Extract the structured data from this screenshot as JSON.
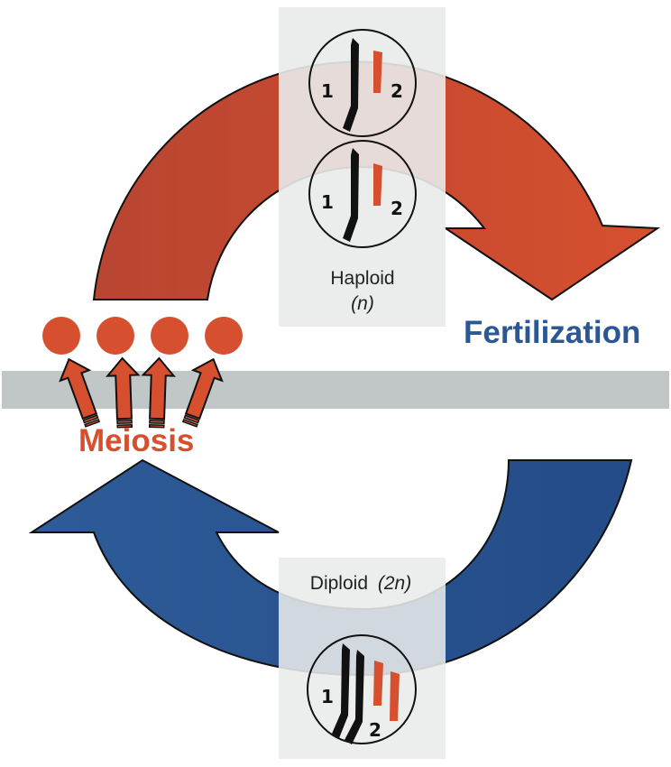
{
  "diagram": {
    "title": "Life cycle: haploid and diploid stages",
    "colors": {
      "meiosis": "#d6502f",
      "meiosis_dark": "#b84632",
      "fertilization": "#2b5894",
      "fertilization_dark": "#234b87",
      "panel": "#e9ebeb",
      "bar": "#c1c6c6",
      "chromosome_black": "#111111",
      "chromosome_red": "#d6502f"
    },
    "labels": {
      "fertilization": "Fertilization",
      "meiosis": "Meiosis"
    },
    "haploid_panel": {
      "label": "Haploid",
      "ploidy": "(n)",
      "cells": [
        {
          "chromosomes": [
            "1",
            "2"
          ]
        },
        {
          "chromosomes": [
            "1",
            "2"
          ]
        }
      ]
    },
    "diploid_panel": {
      "label": "Diploid",
      "ploidy": "(2n)",
      "cells": [
        {
          "chromosomes": [
            "1",
            "2"
          ]
        }
      ]
    },
    "meiosis_products": {
      "count": 4
    }
  }
}
